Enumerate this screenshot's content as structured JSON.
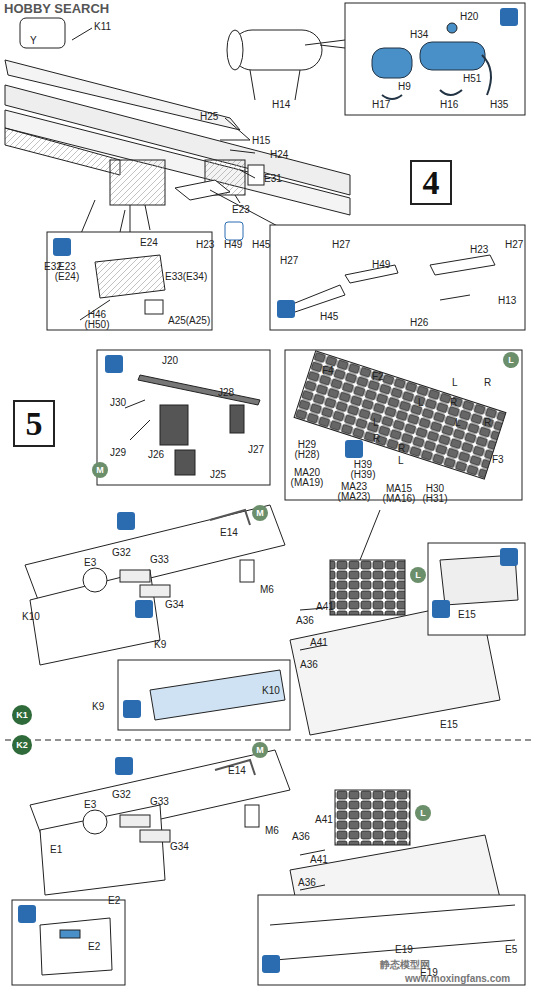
{
  "diagram": {
    "nodes": [
      {
        "text": [
          "4"
        ]
      },
      {
        "text": [
          "5"
        ]
      },
      {
        "text": [
          "M"
        ]
      },
      {
        "text": [
          "L"
        ]
      },
      {
        "text": [
          "M"
        ]
      },
      {
        "text": [
          "L"
        ]
      },
      {
        "text": [
          "K1"
        ]
      },
      {
        "text": [
          "K2"
        ]
      },
      {
        "text": [
          "M"
        ]
      },
      {
        "text": [
          "L"
        ]
      }
    ],
    "labels": [
      "HOBBY SEARCH",
      "Y",
      "K11",
      "H14",
      "H25",
      "H15",
      "H24",
      "E31",
      "E23",
      "E32",
      "E24",
      "H23",
      "H49",
      "H45",
      "H20",
      "H34",
      "H51",
      "H9",
      "H16",
      "H17",
      "H35",
      "E23 (E24)",
      "E33(E34)",
      "H46 (H50)",
      "A25(A25)",
      "H27",
      "H27",
      "H23",
      "H27",
      "H49",
      "H45",
      "H13",
      "H26",
      "J20",
      "J28",
      "J30",
      "J29",
      "J26",
      "J27",
      "J25",
      "F4",
      "F2",
      "L",
      "R",
      "L",
      "R",
      "H29 (H28)",
      "MA20 (MA19)",
      "L",
      "R",
      "H39 (H39)",
      "MA23 (MA23)",
      "R",
      "L",
      "MA15 (MA16)",
      "H30 (H31)",
      "F3",
      "L",
      "R",
      "E14",
      "E3",
      "G32",
      "G33",
      "G34",
      "M6",
      "K10",
      "K9",
      "K9",
      "K10",
      "A41",
      "A36",
      "A41",
      "A36",
      "E15",
      "E15",
      "E14",
      "E3",
      "G32",
      "G33",
      "G34",
      "M6",
      "E1",
      "E2",
      "E2",
      "A41",
      "A36",
      "A41",
      "A36",
      "E19",
      "E19",
      "E5",
      "静态模型网",
      "www.moxingfans.com"
    ]
  }
}
